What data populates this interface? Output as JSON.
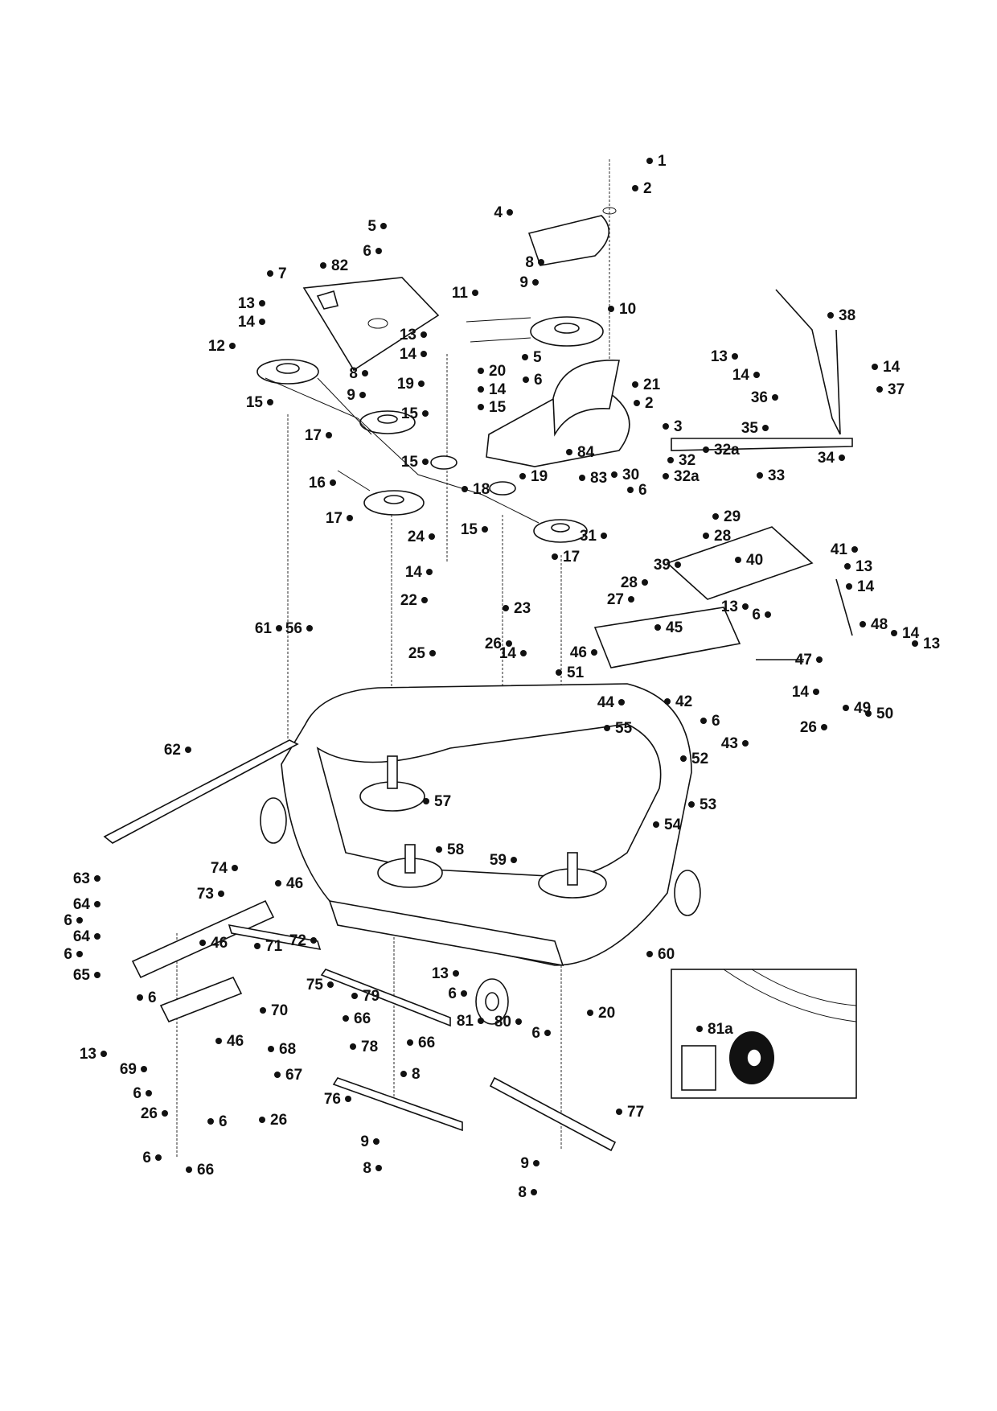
{
  "callouts": [
    {
      "id": "c1",
      "text": "1"
    },
    {
      "id": "c2",
      "text": "2"
    },
    {
      "id": "c4",
      "text": "4"
    },
    {
      "id": "c5a",
      "text": "5"
    },
    {
      "id": "c6a",
      "text": "6"
    },
    {
      "id": "c82",
      "text": "82"
    },
    {
      "id": "c7",
      "text": "7"
    },
    {
      "id": "c8a",
      "text": "8"
    },
    {
      "id": "c9a",
      "text": "9"
    },
    {
      "id": "c11",
      "text": "11"
    },
    {
      "id": "c10",
      "text": "10"
    },
    {
      "id": "c13a",
      "text": "13"
    },
    {
      "id": "c14a",
      "text": "14"
    },
    {
      "id": "c12",
      "text": "12"
    },
    {
      "id": "c13b",
      "text": "13"
    },
    {
      "id": "c14b",
      "text": "14"
    },
    {
      "id": "c8b",
      "text": "8"
    },
    {
      "id": "c9b",
      "text": "9"
    },
    {
      "id": "c20a",
      "text": "20"
    },
    {
      "id": "c5b",
      "text": "5"
    },
    {
      "id": "c14c",
      "text": "14"
    },
    {
      "id": "c6b",
      "text": "6"
    },
    {
      "id": "c15a",
      "text": "15"
    },
    {
      "id": "c21",
      "text": "21"
    },
    {
      "id": "c2b",
      "text": "2"
    },
    {
      "id": "c3",
      "text": "3"
    },
    {
      "id": "c15b",
      "text": "15"
    },
    {
      "id": "c19a",
      "text": "19"
    },
    {
      "id": "c15c",
      "text": "15"
    },
    {
      "id": "c17a",
      "text": "17"
    },
    {
      "id": "c38",
      "text": "38"
    },
    {
      "id": "c13c",
      "text": "13"
    },
    {
      "id": "c14d",
      "text": "14"
    },
    {
      "id": "c36",
      "text": "36"
    },
    {
      "id": "c14e",
      "text": "14"
    },
    {
      "id": "c37",
      "text": "37"
    },
    {
      "id": "c35",
      "text": "35"
    },
    {
      "id": "c34",
      "text": "34"
    },
    {
      "id": "c15d",
      "text": "15"
    },
    {
      "id": "c16",
      "text": "16"
    },
    {
      "id": "c18",
      "text": "18"
    },
    {
      "id": "c19b",
      "text": "19"
    },
    {
      "id": "c84",
      "text": "84"
    },
    {
      "id": "c83",
      "text": "83"
    },
    {
      "id": "c17b",
      "text": "17"
    },
    {
      "id": "c15e",
      "text": "15"
    },
    {
      "id": "c17c",
      "text": "17"
    },
    {
      "id": "c30",
      "text": "30"
    },
    {
      "id": "c6c",
      "text": "6"
    },
    {
      "id": "c32",
      "text": "32"
    },
    {
      "id": "c32a1",
      "text": "32a"
    },
    {
      "id": "c32a2",
      "text": "32a"
    },
    {
      "id": "c33",
      "text": "33"
    },
    {
      "id": "c29",
      "text": "29"
    },
    {
      "id": "c31",
      "text": "31"
    },
    {
      "id": "c28a",
      "text": "28"
    },
    {
      "id": "c39",
      "text": "39"
    },
    {
      "id": "c28b",
      "text": "28"
    },
    {
      "id": "c27",
      "text": "27"
    },
    {
      "id": "c41",
      "text": "41"
    },
    {
      "id": "c40",
      "text": "40"
    },
    {
      "id": "c13d",
      "text": "13"
    },
    {
      "id": "c24",
      "text": "24"
    },
    {
      "id": "c14f",
      "text": "14"
    },
    {
      "id": "c22",
      "text": "22"
    },
    {
      "id": "c23",
      "text": "23"
    },
    {
      "id": "c26a",
      "text": "26"
    },
    {
      "id": "c25",
      "text": "25"
    },
    {
      "id": "c14g",
      "text": "14"
    },
    {
      "id": "c51",
      "text": "51"
    },
    {
      "id": "c45",
      "text": "45"
    },
    {
      "id": "c13e",
      "text": "13"
    },
    {
      "id": "c6d",
      "text": "6"
    },
    {
      "id": "c14h",
      "text": "14"
    },
    {
      "id": "c48",
      "text": "48"
    },
    {
      "id": "c14i",
      "text": "14"
    },
    {
      "id": "c13f",
      "text": "13"
    },
    {
      "id": "c46a",
      "text": "46"
    },
    {
      "id": "c44",
      "text": "44"
    },
    {
      "id": "c42",
      "text": "42"
    },
    {
      "id": "c47",
      "text": "47"
    },
    {
      "id": "c14j",
      "text": "14"
    },
    {
      "id": "c49",
      "text": "49"
    },
    {
      "id": "c50",
      "text": "50"
    },
    {
      "id": "c6e",
      "text": "6"
    },
    {
      "id": "c43",
      "text": "43"
    },
    {
      "id": "c26b",
      "text": "26"
    },
    {
      "id": "c61",
      "text": "61"
    },
    {
      "id": "c56",
      "text": "56"
    },
    {
      "id": "c62",
      "text": "62"
    },
    {
      "id": "c55",
      "text": "55"
    },
    {
      "id": "c52",
      "text": "52"
    },
    {
      "id": "c57",
      "text": "57"
    },
    {
      "id": "c53",
      "text": "53"
    },
    {
      "id": "c54",
      "text": "54"
    },
    {
      "id": "c58",
      "text": "58"
    },
    {
      "id": "c59",
      "text": "59"
    },
    {
      "id": "c63",
      "text": "63"
    },
    {
      "id": "c64a",
      "text": "64"
    },
    {
      "id": "c6f",
      "text": "6"
    },
    {
      "id": "c64b",
      "text": "64"
    },
    {
      "id": "c6g",
      "text": "6"
    },
    {
      "id": "c65",
      "text": "65"
    },
    {
      "id": "c74",
      "text": "74"
    },
    {
      "id": "c46b",
      "text": "46"
    },
    {
      "id": "c73",
      "text": "73"
    },
    {
      "id": "c72",
      "text": "72"
    },
    {
      "id": "c46c",
      "text": "46"
    },
    {
      "id": "c71",
      "text": "71"
    },
    {
      "id": "c70",
      "text": "70"
    },
    {
      "id": "c60",
      "text": "60"
    },
    {
      "id": "c75",
      "text": "75"
    },
    {
      "id": "c13g",
      "text": "13"
    },
    {
      "id": "c6h",
      "text": "6"
    },
    {
      "id": "c79",
      "text": "79"
    },
    {
      "id": "c81",
      "text": "81"
    },
    {
      "id": "c80",
      "text": "80"
    },
    {
      "id": "c20b",
      "text": "20"
    },
    {
      "id": "c6i",
      "text": "6"
    },
    {
      "id": "c66a",
      "text": "66"
    },
    {
      "id": "c66b",
      "text": "66"
    },
    {
      "id": "c78",
      "text": "78"
    },
    {
      "id": "c8c",
      "text": "8"
    },
    {
      "id": "c6j",
      "text": "6"
    },
    {
      "id": "c13h",
      "text": "13"
    },
    {
      "id": "c46d",
      "text": "46"
    },
    {
      "id": "c68",
      "text": "68"
    },
    {
      "id": "c69",
      "text": "69"
    },
    {
      "id": "c67",
      "text": "67"
    },
    {
      "id": "c6k",
      "text": "6"
    },
    {
      "id": "c26c",
      "text": "26"
    },
    {
      "id": "c6l",
      "text": "6"
    },
    {
      "id": "c26d",
      "text": "26"
    },
    {
      "id": "c76",
      "text": "76"
    },
    {
      "id": "c77",
      "text": "77"
    },
    {
      "id": "c9c",
      "text": "9"
    },
    {
      "id": "c8d",
      "text": "8"
    },
    {
      "id": "c9d",
      "text": "9"
    },
    {
      "id": "c8e",
      "text": "8"
    },
    {
      "id": "c6m",
      "text": "6"
    },
    {
      "id": "c66c",
      "text": "66"
    },
    {
      "id": "c81a",
      "text": "81a"
    }
  ]
}
